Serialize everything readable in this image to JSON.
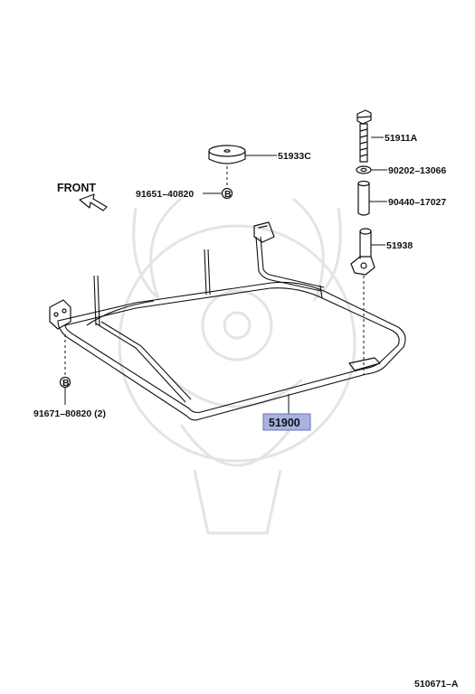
{
  "front_label": "FRONT",
  "callouts": [
    {
      "id": "51911A",
      "text": "51911A"
    },
    {
      "id": "51933C",
      "text": "51933C"
    },
    {
      "id": "90202-13066",
      "text": "90202–13066"
    },
    {
      "id": "91651-40820",
      "text": "91651–40820"
    },
    {
      "id": "90440-17027",
      "text": "90440–17027"
    },
    {
      "id": "51938",
      "text": "51938"
    },
    {
      "id": "91671-80820",
      "text": "91671–80820 (2)"
    },
    {
      "id": "51900",
      "text": "51900"
    }
  ],
  "bolt_marker_letter": "B",
  "highlight_color": "#a9b2e0",
  "footer_code": "510671–A"
}
